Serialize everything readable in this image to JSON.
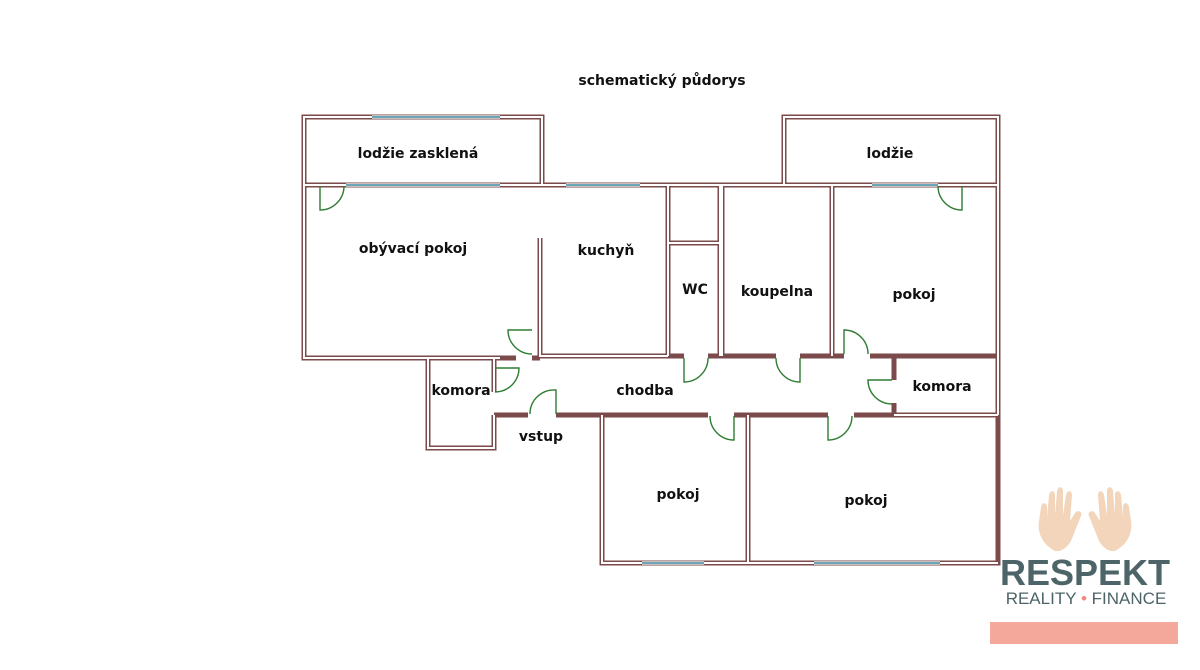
{
  "title": "schematický půdorys",
  "rooms": {
    "lodzie_zasklena": "lodžie zasklená",
    "lodzie": "lodžie",
    "obyvaci_pokoj": "obývací pokoj",
    "kuchyn": "kuchyň",
    "wc": "WC",
    "koupelna": "koupelna",
    "pokoj_right": "pokoj",
    "komora_left": "komora",
    "chodba": "chodba",
    "komora_right": "komora",
    "vstup": "vstup",
    "pokoj_bottom_left": "pokoj",
    "pokoj_bottom_right": "pokoj"
  },
  "logo": {
    "brand": "RESPEKT",
    "sub_left": "REALITY",
    "sub_dot": "•",
    "sub_right": "FINANCE"
  },
  "colors": {
    "wall": "#7b4a4a",
    "door": "#2e7d32",
    "window": "#6aa6b8",
    "logo_text": "#4d6468",
    "logo_accent": "#ef8a7b",
    "logo_bar": "#f4a79b",
    "hands": "#f0c8a6"
  },
  "icons": [
    "door-swing-icon",
    "window-icon",
    "hands-icon"
  ]
}
